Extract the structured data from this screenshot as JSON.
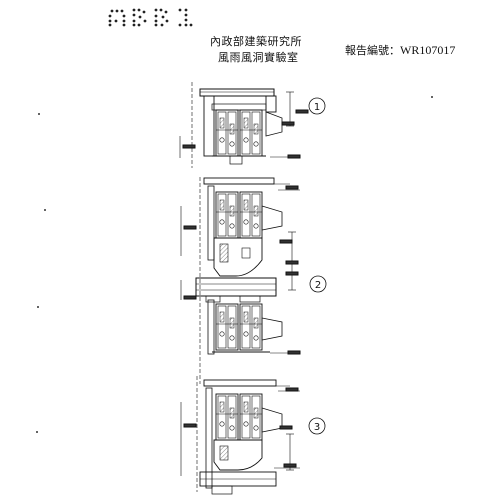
{
  "page_id": "ABB1",
  "header": {
    "institute": "內政部建築研究所",
    "lab": "風雨風洞實驗室",
    "report_label": "報告編號：",
    "report_number": "WR107017"
  },
  "sections": [
    {
      "marker": "1"
    },
    {
      "marker": "2"
    },
    {
      "marker": "3"
    }
  ]
}
